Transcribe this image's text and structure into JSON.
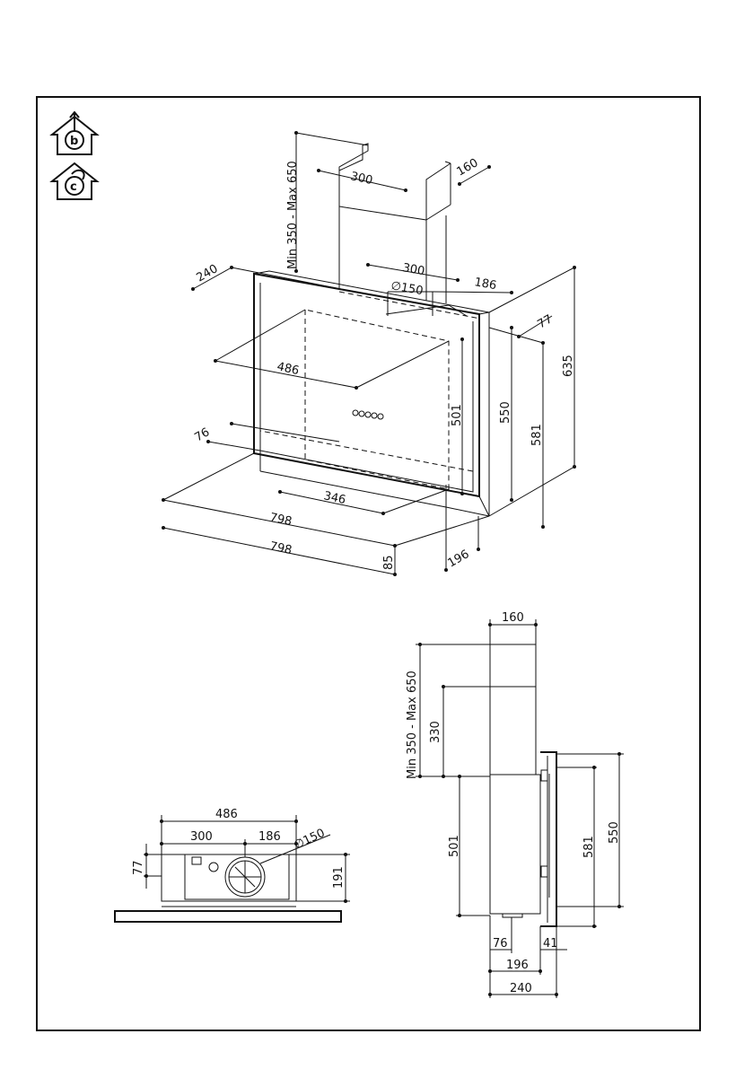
{
  "icons": [
    {
      "name": "ducted-extraction-icon",
      "letter": "b"
    },
    {
      "name": "recirculation-icon",
      "letter": "c"
    }
  ],
  "iso_view": {
    "chimney_height": "Min 350 - Max 650",
    "chimney_width": "300",
    "chimney_depth": "160",
    "depth_top": "240",
    "fixing_spacing": "300",
    "outlet_offset": "186",
    "outlet_diameter": "∅150",
    "offset_77": "77",
    "height_635": "635",
    "span_486": "486",
    "height_501": "501",
    "height_550": "550",
    "height_581": "581",
    "offset_76": "76",
    "span_346": "346",
    "width_798_a": "798",
    "width_798_b": "798",
    "base_85": "85",
    "depth_196": "196"
  },
  "top_view": {
    "span_486": "486",
    "span_300": "300",
    "offset_186": "186",
    "diameter": "∅150",
    "offset_77": "77",
    "depth_191": "191"
  },
  "side_view": {
    "top_width": "160",
    "chimney_height": "Min 350 - Max 650",
    "chimney_330": "330",
    "height_501": "501",
    "height_581": "581",
    "height_550": "550",
    "offset_76": "76",
    "offset_41": "41",
    "depth_196": "196",
    "depth_240": "240"
  }
}
